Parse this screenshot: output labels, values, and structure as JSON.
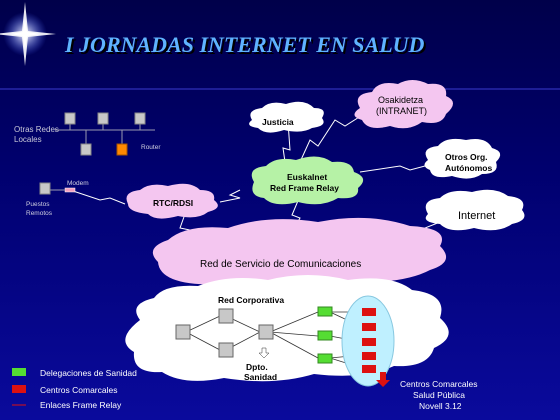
{
  "title": "I JORNADAS INTERNET EN SALUD",
  "nodes": {
    "osakidetza": [
      "Osakidetza",
      "(INTRANET)"
    ],
    "justicia": "Justicia",
    "otros_org": [
      "Otros Org.",
      "Autónomos"
    ],
    "euskalnet": [
      "Euskalnet",
      "Red Frame Relay"
    ],
    "rtc": "RTC/RDSI",
    "internet": "Internet",
    "red_servicio": "Red de Servicio de Comunicaciones",
    "red_corporativa": "Red Corporativa",
    "dpto_sanidad": [
      "Dpto.",
      "Sanidad"
    ],
    "centros_salud": [
      "Centros Comarcales",
      "Salud Pública",
      "Novell 3.12"
    ]
  },
  "local_net": {
    "otras_redes": [
      "Otras Redes",
      "Locales"
    ],
    "router": "Router",
    "modem": "Modem",
    "puestos": [
      "Puestos",
      "Remotos"
    ]
  },
  "legend": [
    {
      "label": "Delegaciones de Sanidad",
      "color": "#55dd33"
    },
    {
      "label": "Centros Comarcales",
      "color": "#dd1111"
    },
    {
      "label": "Enlaces Frame Relay",
      "color": "#dd1111"
    }
  ],
  "colors": {
    "cloud_pink": "#f4c6f0",
    "cloud_green": "#b6f2a6",
    "router_orange": "#ff8800"
  }
}
